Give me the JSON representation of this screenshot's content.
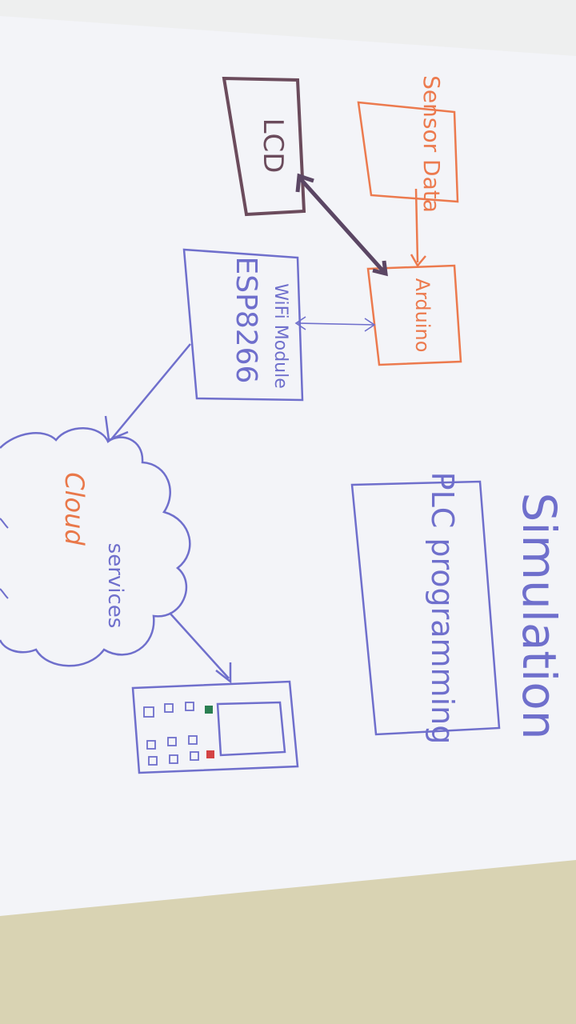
{
  "diagram": {
    "nodes": {
      "sensor": {
        "label": "Sensor Data",
        "color": "#ec7a4e"
      },
      "arduino": {
        "label": "Arduino",
        "color": "#ec7a4e"
      },
      "lcd": {
        "label": "LCD",
        "color": "#6b4b5c"
      },
      "wifi": {
        "line1": "WiFi Module",
        "line2": "ESP8266",
        "color": "#6f6fcc"
      },
      "cloud": {
        "word1": "Cloud",
        "word2": "services",
        "word1_color": "#e9784a",
        "word2_color": "#6f6fcc"
      },
      "plc": {
        "label": "PLC programming",
        "color": "#6f6fcc"
      },
      "simulation": {
        "label": "Simulation",
        "color": "#6f6fcc"
      },
      "panel": {
        "color": "#6f6fcc"
      }
    },
    "colors": {
      "board": "#f3f4f8",
      "background": "#d9d3b3",
      "led_green": "#2a7f52",
      "led_red": "#d44444"
    }
  }
}
